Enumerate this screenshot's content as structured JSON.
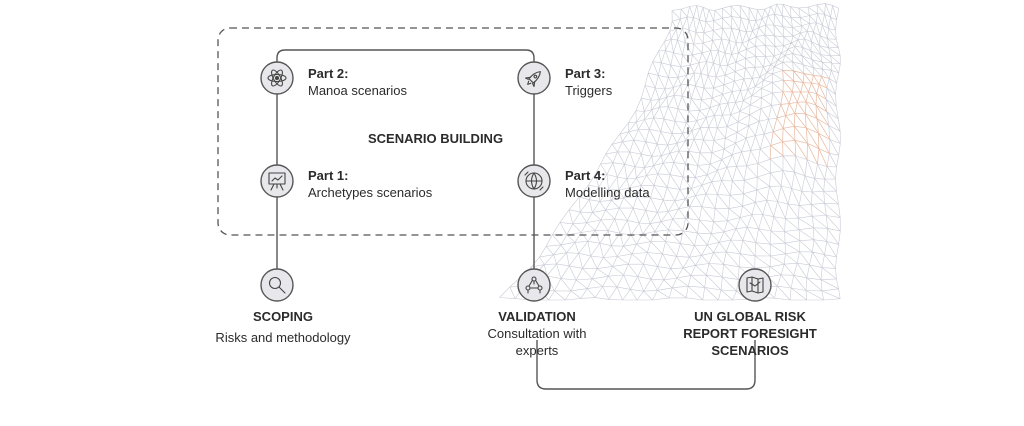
{
  "group": {
    "title": "SCENARIO BUILDING"
  },
  "parts": [
    {
      "title": "Part 2:",
      "subtitle": "Manoa scenarios",
      "icon": "atom-icon"
    },
    {
      "title": "Part 3:",
      "subtitle": "Triggers",
      "icon": "rocket-icon"
    },
    {
      "title": "Part 1:",
      "subtitle": "Archetypes scenarios",
      "icon": "presentation-board-icon"
    },
    {
      "title": "Part 4:",
      "subtitle": "Modelling data",
      "icon": "globe-chart-icon"
    }
  ],
  "stages": [
    {
      "title": "SCOPING",
      "subtitle": "Risks and methodology",
      "icon": "magnifier-icon"
    },
    {
      "title": "VALIDATION",
      "subtitle": "Consultation with experts",
      "icon": "people-network-icon"
    },
    {
      "title": "UN GLOBAL RISK REPORT FORESIGHT SCENARIOS",
      "subtitle": "",
      "icon": "map-icon"
    }
  ],
  "colors": {
    "line": "#555555",
    "node_fill": "#e8e8ec",
    "node_stroke": "#555555",
    "mesh": "#c9cbd6",
    "mesh_accent": "#e9b9a0"
  }
}
